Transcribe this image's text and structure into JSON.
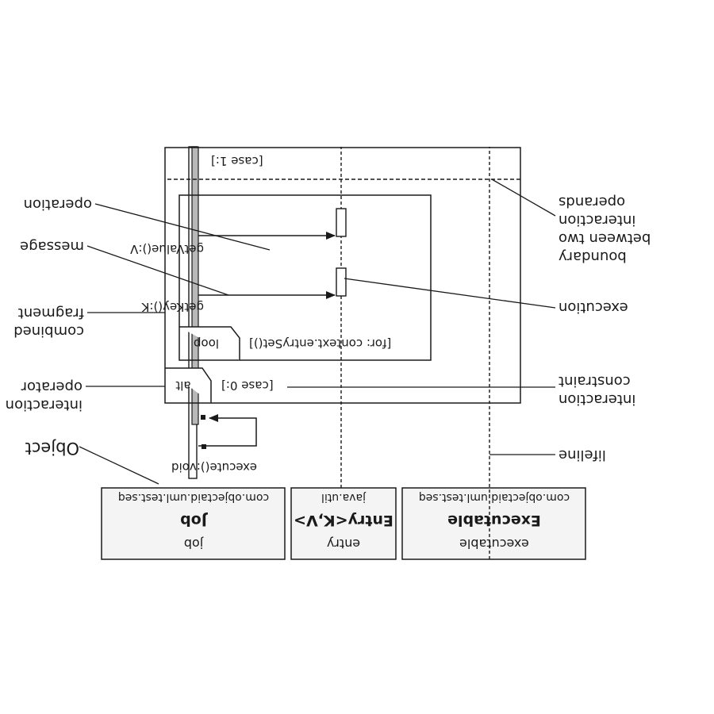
{
  "objects": [
    {
      "package": "com.objectaid.uml.test.seq",
      "class": "Job",
      "instance": "job"
    },
    {
      "package": "java.util",
      "class": "Entry<K,V>",
      "instance": "entry"
    },
    {
      "package": "com.objectaid.uml.test.seq",
      "class": "Executable",
      "instance": "executable"
    }
  ],
  "messages": {
    "self_call": "execute():void",
    "get_key": "getKey():K",
    "get_value": "getValue():V"
  },
  "fragments": {
    "alt": {
      "operator": "alt",
      "guard_first": "[case 0:]",
      "guard_second": "[case 1:]"
    },
    "loop": {
      "operator": "loop",
      "guard": "[for: context.entrySet()]"
    }
  },
  "annotations": {
    "object": "Object",
    "interaction_operator": [
      "interaction",
      "operator"
    ],
    "combined_fragment": [
      "combined",
      "fragment"
    ],
    "message": "message",
    "operation": "operation",
    "lifeline": "lifeline",
    "interaction_constraint": [
      "interaction",
      "constraint"
    ],
    "execution": "execution",
    "operands_boundary": [
      "boundary",
      "between two",
      "interaction",
      "operands"
    ]
  },
  "colors": {
    "ink": "#1a1a1a",
    "box_fill": "#f4f4f4",
    "activation_fill": "#b8b8b8"
  }
}
